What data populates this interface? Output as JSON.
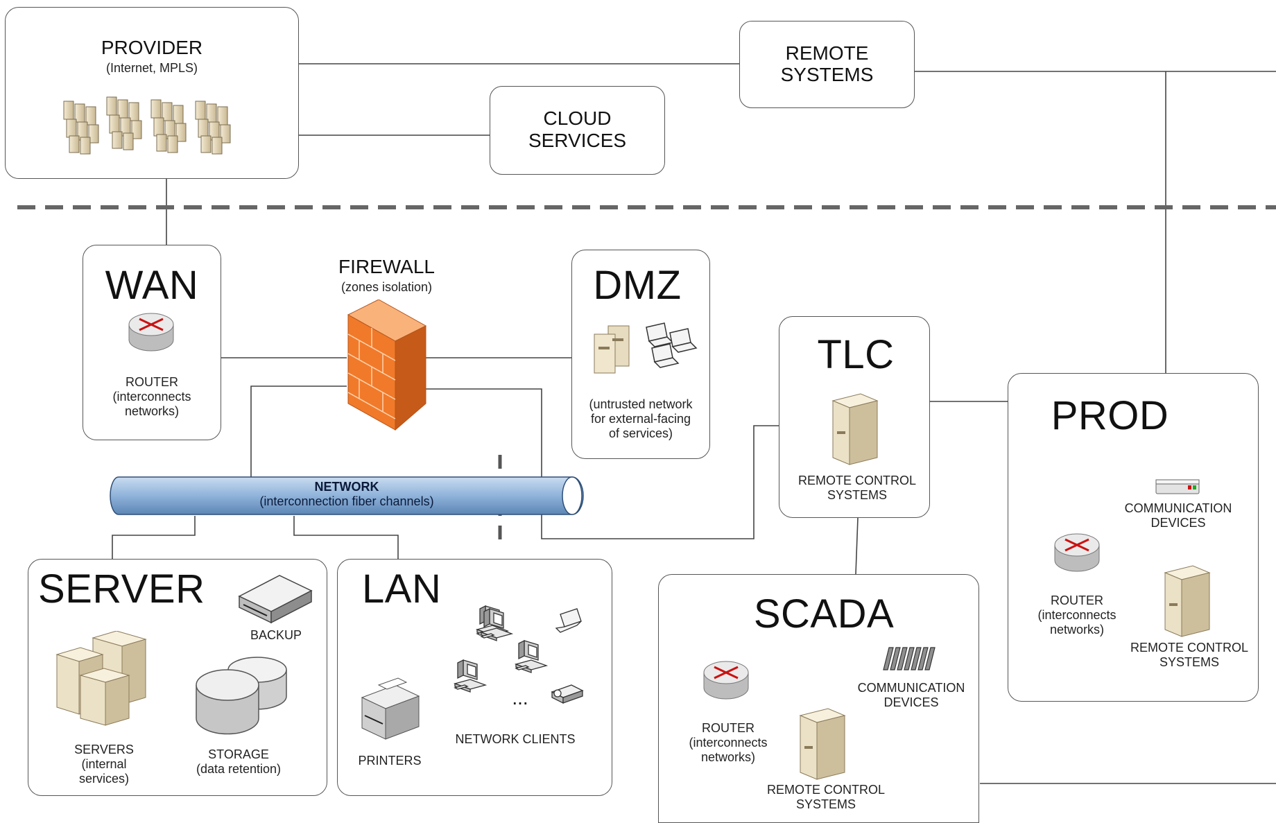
{
  "provider": {
    "title": "PROVIDER",
    "subtitle": "(Internet, MPLS)"
  },
  "remote": {
    "line1": "REMOTE",
    "line2": "SYSTEMS"
  },
  "cloud": {
    "line1": "CLOUD",
    "line2": "SERVICES"
  },
  "wan": {
    "title": "WAN",
    "router_label": "ROUTER",
    "router_sub1": "(interconnects",
    "router_sub2": "networks)"
  },
  "firewall": {
    "title": "FIREWALL",
    "subtitle": "(zones isolation)"
  },
  "dmz": {
    "title": "DMZ",
    "desc1": "(untrusted network",
    "desc2": "for external-facing",
    "desc3": "of services)"
  },
  "tlc": {
    "title": "TLC",
    "rcs1": "REMOTE CONTROL",
    "rcs2": "SYSTEMS"
  },
  "prod": {
    "title": "PROD",
    "comm1": "COMMUNICATION",
    "comm2": "DEVICES",
    "router1": "ROUTER",
    "router2": "(interconnects",
    "router3": "networks)",
    "rcs1": "REMOTE CONTROL",
    "rcs2": "SYSTEMS"
  },
  "network": {
    "title": "NETWORK",
    "subtitle": "(interconnection fiber channels)"
  },
  "server": {
    "title": "SERVER",
    "backup": "BACKUP",
    "servers1": "SERVERS",
    "servers2": "(internal",
    "servers3": "services)",
    "storage1": "STORAGE",
    "storage2": "(data retention)"
  },
  "lan": {
    "title": "LAN",
    "printers": "PRINTERS",
    "clients": "NETWORK CLIENTS",
    "ellipsis": "..."
  },
  "scada": {
    "title": "SCADA",
    "router1": "ROUTER",
    "router2": "(interconnects",
    "router3": "networks)",
    "comm1": "COMMUNICATION",
    "comm2": "DEVICES",
    "rcs1": "REMOTE CONTROL",
    "rcs2": "SYSTEMS"
  },
  "colors": {
    "firewall": "#f07a2a",
    "pipe": "#8fb3da",
    "line": "#444444",
    "dash": "#666666",
    "router_arrow": "#cc1111"
  }
}
